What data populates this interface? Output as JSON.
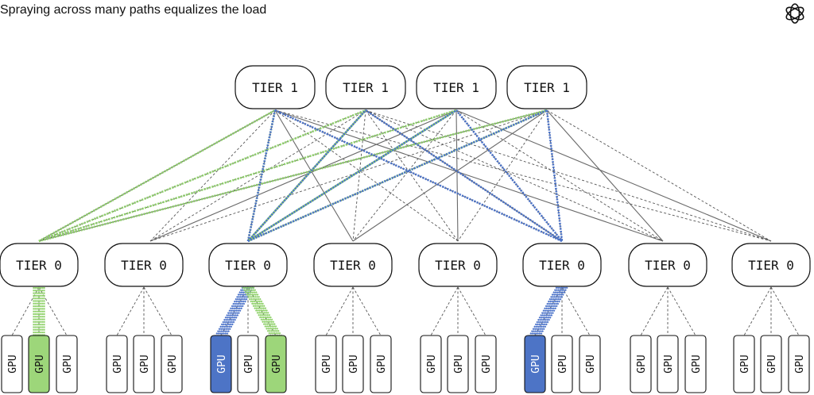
{
  "title": "Spraying across many paths equalizes the load",
  "logo_icon": "openai-logo-icon",
  "tier1": {
    "label": "TIER 1",
    "nodes": [
      "TIER 1",
      "TIER 1",
      "TIER 1",
      "TIER 1"
    ]
  },
  "tier0": {
    "label": "TIER 0",
    "nodes": [
      "TIER 0",
      "TIER 0",
      "TIER 0",
      "TIER 0",
      "TIER 0",
      "TIER 0",
      "TIER 0",
      "TIER 0"
    ]
  },
  "gpu_label": "GPU",
  "gpus_per_tier0": 3,
  "highlighted_gpus": [
    {
      "tier0": 0,
      "slot": 1,
      "color": "green"
    },
    {
      "tier0": 2,
      "slot": 0,
      "color": "blue"
    },
    {
      "tier0": 2,
      "slot": 2,
      "color": "green"
    },
    {
      "tier0": 5,
      "slot": 0,
      "color": "blue"
    }
  ],
  "highlighted_paths": [
    {
      "color": "green",
      "source_tier0": 0,
      "target_tier0": 2
    },
    {
      "color": "blue",
      "source_tier0": 2,
      "target_tier0": 5
    }
  ],
  "colors": {
    "green": "#8fd16a",
    "green_fill": "#9dd67a",
    "blue": "#4a72c9",
    "blue_fill": "#4d74c6",
    "line": "#555555",
    "border": "#111111"
  }
}
